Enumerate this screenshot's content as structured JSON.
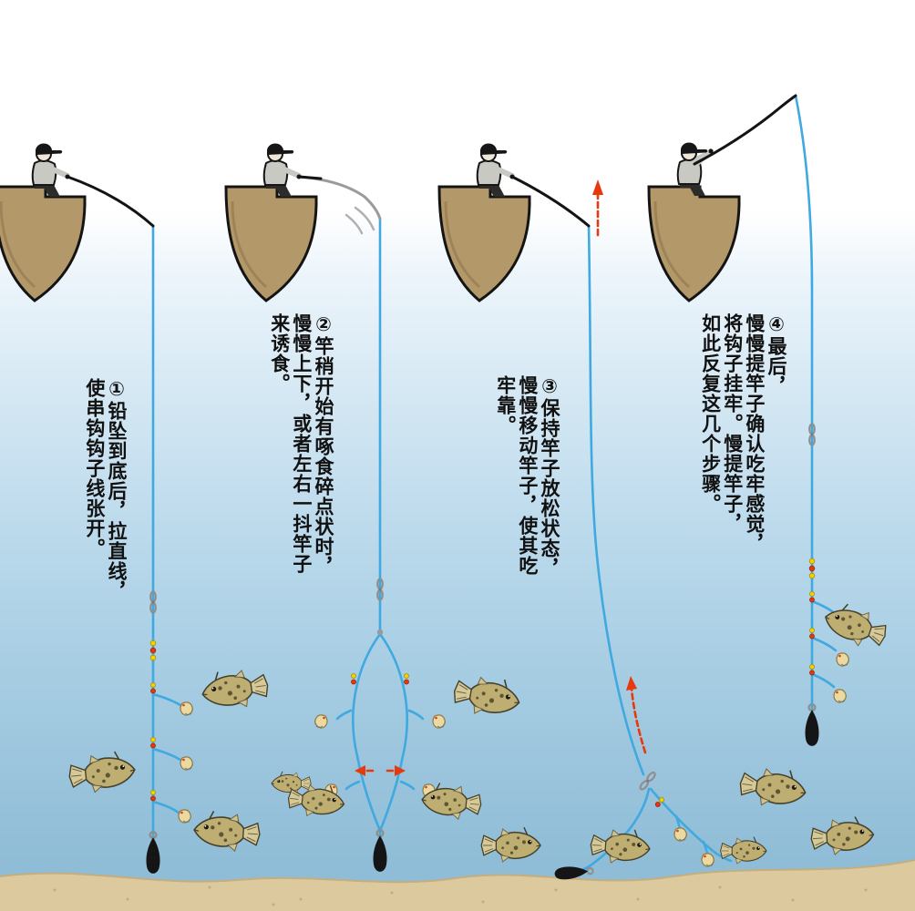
{
  "page": {
    "type": "fishing-technique-instruction-diagram",
    "language": "zh",
    "panels": 4
  },
  "steps": [
    {
      "number": "①",
      "text": "①铅坠到底后，拉直线，\n使串钩钩子线张开。"
    },
    {
      "number": "②",
      "text": "②竿稍开始有啄食碎点状时，\n慢慢上下，或者左右一抖竿子\n来诱食。"
    },
    {
      "number": "③",
      "text": "③保持竿子放松状态，\n慢慢移动竿子，使其吃\n牢靠。"
    },
    {
      "number": "④",
      "text": "④最后，\n慢慢提竿子确认吃牢感觉，\n将钩子挂牢。慢提竿子，\n如此反复这几个步骤。"
    }
  ],
  "colors": {
    "line": "#3fa9e0",
    "arrow": "#e8380d",
    "boat": "#b3986a",
    "boat_outline": "#141414",
    "sand": "#dcc99e",
    "fish": "#bfae72",
    "water_top": "#ffffff",
    "water_bottom": "#8fbcd6"
  },
  "scene_icons": [
    "boat-icon",
    "fisherman-icon",
    "fishing-rod-icon",
    "fishing-line-icon",
    "swivel-icon",
    "beads-icon",
    "baited-hook-icon",
    "sinker-icon",
    "filefish-icon",
    "seabed-icon",
    "up-arrow-icon",
    "swing-arrow-icon"
  ]
}
